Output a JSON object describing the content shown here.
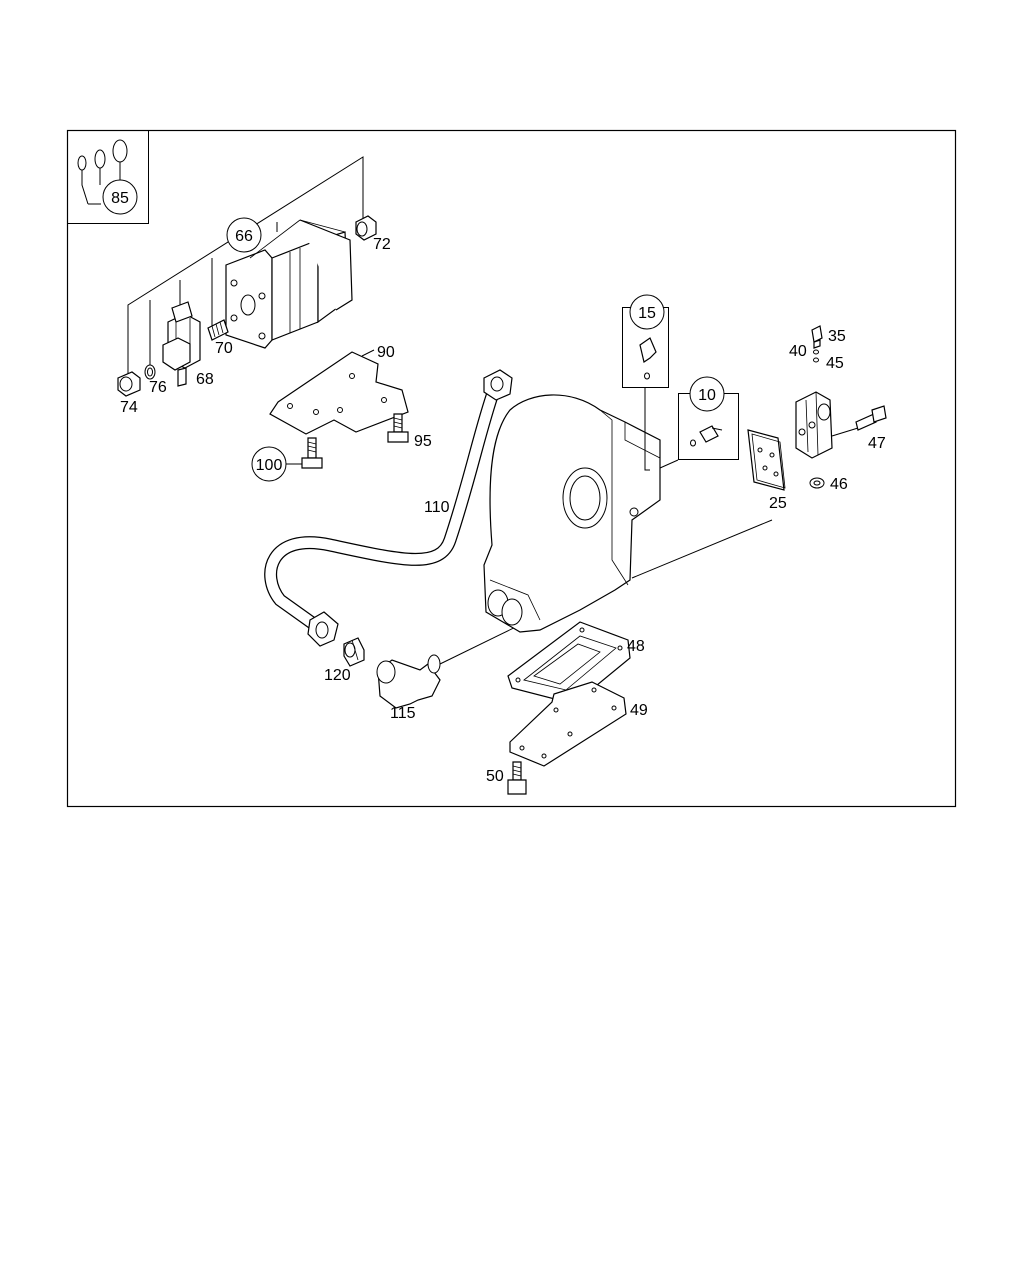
{
  "labels": {
    "p10": "10",
    "p15": "15",
    "p25": "25",
    "p35": "35",
    "p40": "40",
    "p45": "45",
    "p46": "46",
    "p47": "47",
    "p48": "48",
    "p49": "49",
    "p50": "50",
    "p66": "66",
    "p68": "68",
    "p70": "70",
    "p72": "72",
    "p74": "74",
    "p76": "76",
    "p85": "85",
    "p90": "90",
    "p95": "95",
    "p100": "100",
    "p110": "110",
    "p115": "115",
    "p120": "120"
  }
}
